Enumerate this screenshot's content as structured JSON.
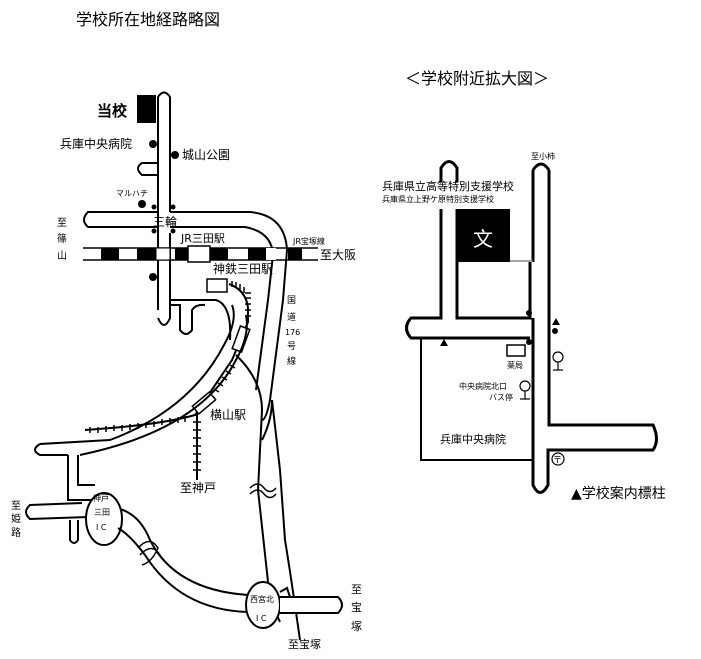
{
  "left_map": {
    "title": "学校所在地経路略図",
    "labels": {
      "school": "当校",
      "hospital": "兵庫中央病院",
      "park": "城山公園",
      "maruhachi": "マルハチ",
      "miwa": "三輪",
      "jr_sanda": "JR三田駅",
      "jr_takarazuka_line": "JR宝塚線",
      "to_osaka": "至大阪",
      "to_sasayama": [
        "至",
        "篠",
        "山"
      ],
      "shintetsu_sanda": "神鉄三田駅",
      "route176": [
        "国",
        "道",
        "176",
        "号",
        "線"
      ],
      "yokoyama": "横山駅",
      "to_kobe": "至神戸",
      "to_himeji": [
        "至",
        "姫",
        "路"
      ],
      "kobe_sanda_ic": [
        "神戸",
        "三田",
        "I C"
      ],
      "nishinomiyakita_ic": [
        "西宮北",
        "I C"
      ],
      "to_takarazuka_v": [
        "至",
        "宝",
        "塚"
      ],
      "to_takarazuka_h": "至宝塚"
    }
  },
  "right_map": {
    "title": "＜学校附近拡大図＞",
    "labels": {
      "to_obata": "至小柿",
      "school_name_1": "兵庫県立高等特別支援学校",
      "school_name_2": "兵庫県立上野ケ原特別支援学校",
      "school_symbol": "文",
      "pharmacy": "薬局",
      "bus_stop": [
        "中央病院北口",
        "バス停"
      ],
      "hospital": "兵庫中央病院",
      "post_symbol": "〒",
      "legend": "▲学校案内標柱"
    }
  }
}
